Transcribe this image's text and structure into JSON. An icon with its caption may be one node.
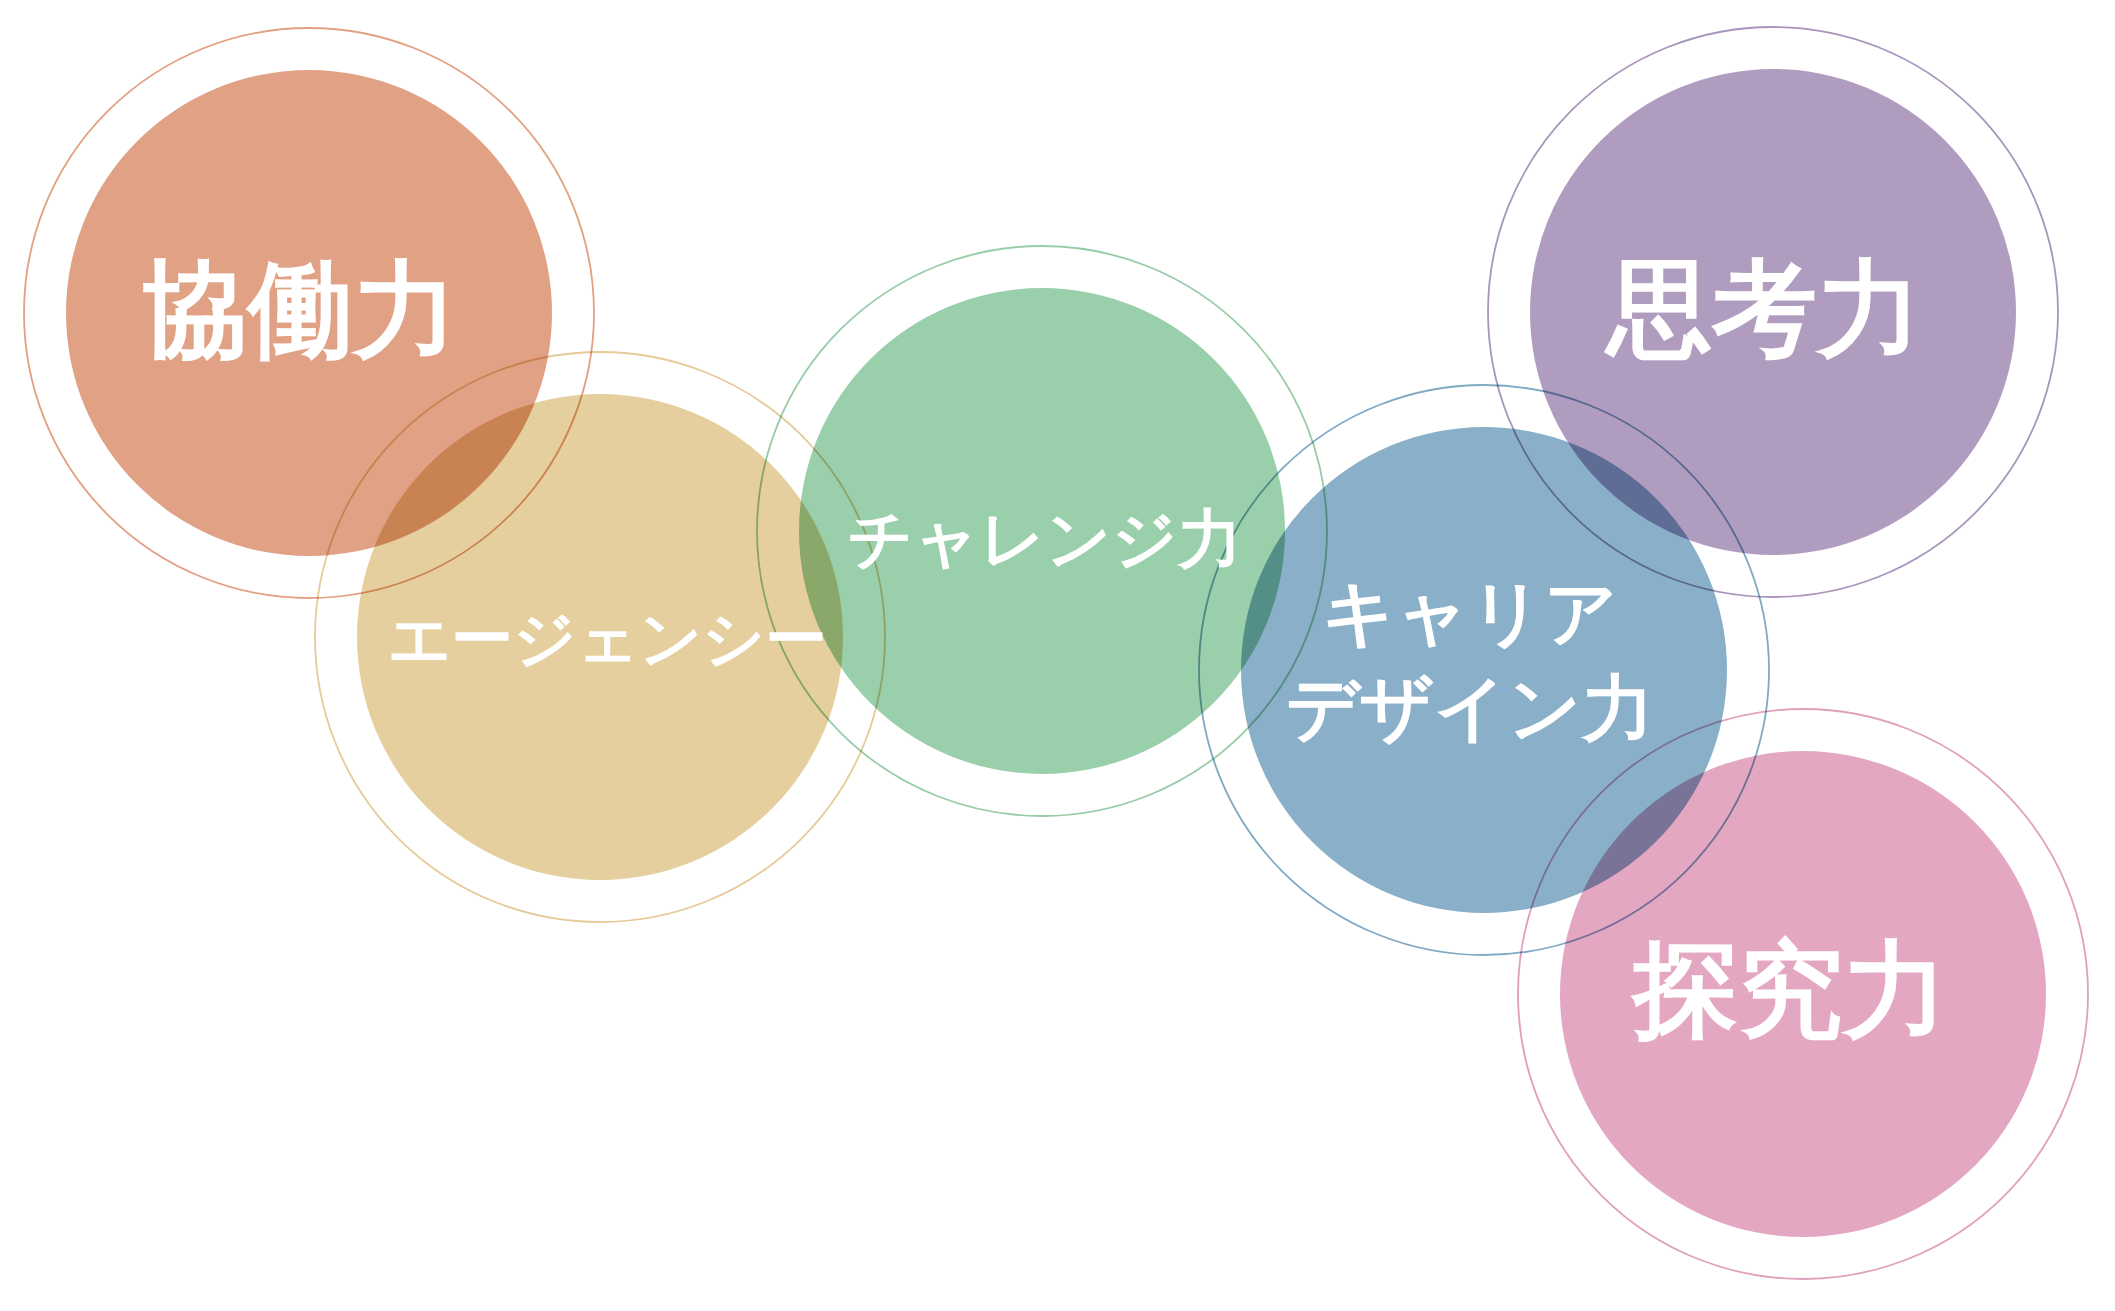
{
  "diagram": {
    "nodes": [
      {
        "text": [
          "協働力"
        ]
      },
      {
        "text": [
          "エージェンシー"
        ]
      },
      {
        "text": [
          "チャレンジ力"
        ]
      },
      {
        "text": [
          "キャリアデザイン力"
        ]
      },
      {
        "text": [
          "思考力"
        ]
      },
      {
        "text": [
          "探究力"
        ]
      }
    ]
  }
}
